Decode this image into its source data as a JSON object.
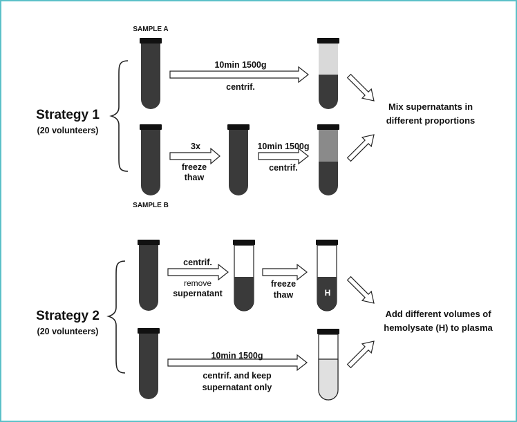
{
  "diagram": {
    "border_color": "#5bc0c8",
    "tube_color": "#3a3a3a",
    "cap_color": "#111111",
    "supernatant_light": "#d9d9d9",
    "supernatant_medium": "#8a8a8a",
    "plasma_color": "#e0e0e0"
  },
  "strategy1": {
    "title": "Strategy 1",
    "subtitle": "(20 volunteers)",
    "sample_a_label": "SAMPLE A",
    "sample_b_label": "SAMPLE B",
    "step_a_top": "10min 1500g",
    "step_a_bottom": "centrif.",
    "step_b1_top": "3x",
    "step_b1_bottom_1": "freeze",
    "step_b1_bottom_2": "thaw",
    "step_b2_top": "10min 1500g",
    "step_b2_bottom": "centrif.",
    "result_line1": "Mix supernatants in",
    "result_line2": "different proportions"
  },
  "strategy2": {
    "title": "Strategy 2",
    "subtitle": "(20 volunteers)",
    "step_a1_top": "centrif.",
    "step_a1_bottom_1": "remove",
    "step_a1_bottom_2": "supernatant",
    "step_a2_bottom_1": "freeze",
    "step_a2_bottom_2": "thaw",
    "tube_h_label": "H",
    "step_b_top": "10min 1500g",
    "step_b_bottom_1": "centrif. and keep",
    "step_b_bottom_2": "supernatant only",
    "result_line1": "Add different volumes of",
    "result_line2": "hemolysate (H) to plasma"
  }
}
